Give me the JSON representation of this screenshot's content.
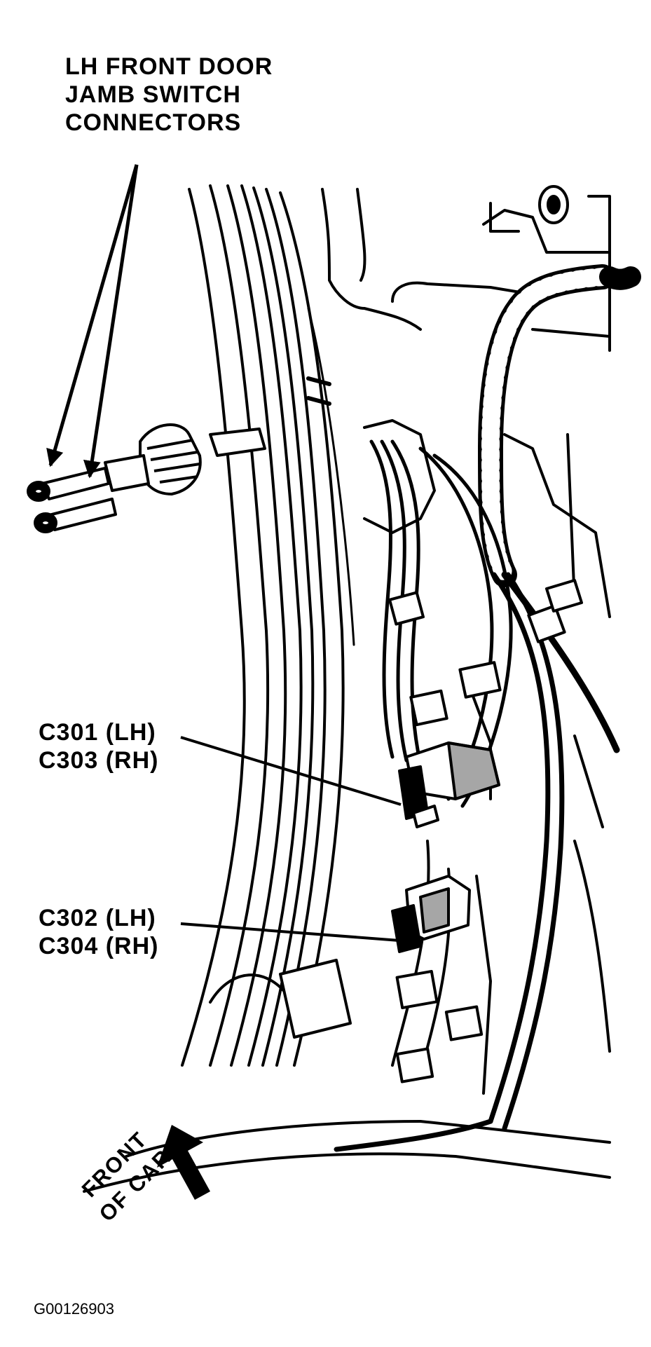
{
  "labels": {
    "door_jamb": [
      "LH FRONT DOOR",
      "JAMB SWITCH",
      "CONNECTORS"
    ],
    "c301_group": [
      "C301 (LH)",
      "C303 (RH)"
    ],
    "c302_group": [
      "C302 (LH)",
      "C304 (RH)"
    ],
    "front_of_car": [
      "FRONT",
      "OF CAR"
    ]
  },
  "figure_id": "G00126903",
  "colors": {
    "line": "#000000",
    "background": "#ffffff"
  }
}
